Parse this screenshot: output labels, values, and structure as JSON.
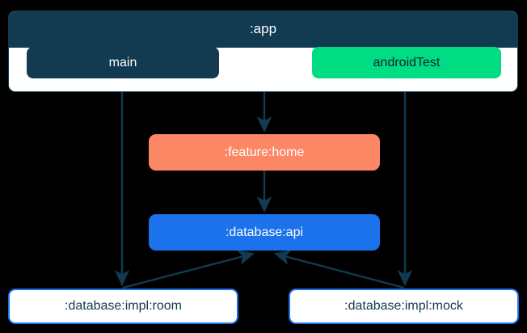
{
  "diagram": {
    "type": "module-dependency-graph",
    "background_color": "#000000",
    "nodes": {
      "app": {
        "label": ":app",
        "color": "#123a50",
        "text_color": "#ffffff",
        "shape": "container"
      },
      "main": {
        "label": "main",
        "color": "#123a50",
        "text_color": "#ffffff",
        "parent": ":app"
      },
      "android_test": {
        "label": "androidTest",
        "color": "#00dc82",
        "text_color": "#0c2430",
        "parent": ":app"
      },
      "feature_home": {
        "label": ":feature:home",
        "color": "#fc8765",
        "text_color": "#ffffff"
      },
      "database_api": {
        "label": ":database:api",
        "color": "#1c72ea",
        "text_color": "#ffffff"
      },
      "database_impl_room": {
        "label": ":database:impl:room",
        "color": "#ffffff",
        "border_color": "#1c72ea",
        "text_color": "#123a50"
      },
      "database_impl_mock": {
        "label": ":database:impl:mock",
        "color": "#ffffff",
        "border_color": "#1c72ea",
        "text_color": "#123a50"
      }
    },
    "edges": [
      {
        "from": "main",
        "to": ":database:impl:room",
        "style": "solid"
      },
      {
        "from": ":app",
        "to": ":feature:home",
        "style": "solid"
      },
      {
        "from": "androidTest",
        "to": ":database:impl:mock",
        "style": "solid"
      },
      {
        "from": ":feature:home",
        "to": ":database:api",
        "style": "solid"
      },
      {
        "from": ":database:impl:room",
        "to": ":database:api",
        "style": "solid"
      },
      {
        "from": ":database:impl:mock",
        "to": ":database:api",
        "style": "solid"
      }
    ],
    "edge_color": "#123a50"
  }
}
